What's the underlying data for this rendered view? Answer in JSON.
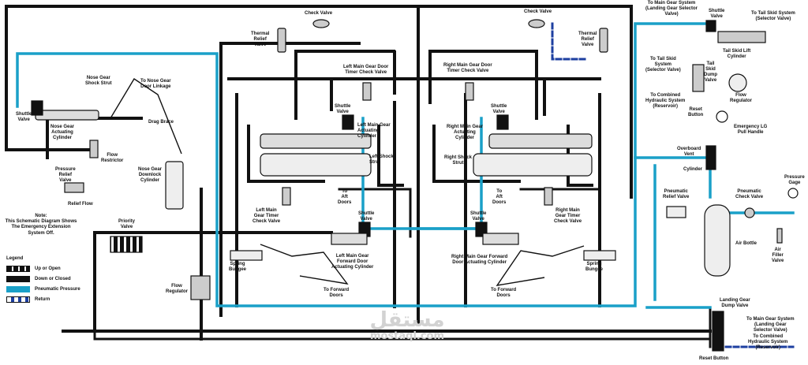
{
  "colors": {
    "line": "#111111",
    "pneumatic": "#1aa0c8",
    "return": "#1d3fa0"
  },
  "labels": {
    "shuttle_valve_ng": "Shuttle\nValve",
    "nose_gear_shock_strut": "Nose Gear\nShock Strut",
    "to_nose_gear_door_linkage": "To Nose Gear\nDoor Linkage",
    "nose_gear_actuating_cylinder": "Nose Gear\nActuating\nCylinder",
    "drag_brace": "Drag Brace",
    "flow_restrictor": "Flow\nRestrictor",
    "pressure_relief_valve": "Pressure\nRelief\nValve",
    "nose_gear_downlock_cylinder": "Nose Gear\nDownlock\nCylinder",
    "relief_flow": "Relief Flow",
    "priority_valve": "Priority\nValve",
    "flow_regulator_left": "Flow\nRegulator",
    "check_valve_left": "Check Valve",
    "thermal_relief_valve_left": "Thermal\nRelief\nValve",
    "left_mg_door_timer_check_valve": "Left Main Gear Door\nTimer Check Valve",
    "shuttle_valve_left_upper": "Shuttle\nValve",
    "left_mg_actuating_cylinder": "Left Main Gear\nActuating\nCylinder",
    "left_shock_strut": "Left Shock\nStrut",
    "to_aft_doors_left": "To\nAft\nDoors",
    "left_mg_timer_check_valve": "Left Main\nGear Timer\nCheck Valve",
    "shuttle_valve_left_lower": "Shuttle\nValve",
    "spring_bungee_left": "Spring\nBungee",
    "left_mg_forward_door_actuating_cylinder": "Left Main Gear\nForward Door\nActuating Cylinder",
    "to_forward_doors_left": "To Forward\nDoors",
    "check_valve_right": "Check Valve",
    "thermal_relief_valve_right": "Thermal\nRelief\nValve",
    "right_mg_door_timer_check_valve": "Right Main Gear Door\nTimer Check Valve",
    "shuttle_valve_right_upper": "Shuttle\nValve",
    "right_mg_actuating_cylinder": "Right Main Gear\nActuating\nCylinder",
    "right_shock_strut": "Right Shock\nStrut",
    "to_aft_doors_right": "To\nAft\nDoors",
    "right_mg_timer_check_valve": "Right Main\nGear Timer\nCheck Valve",
    "shuttle_valve_right_lower": "Shuttle\nValve",
    "right_mg_forward_door_actuating_cylinder": "Right Main Gear Forward\nDoor Actuating Cylinder",
    "spring_bungee_right": "Spring\nBungee",
    "to_forward_doors_right": "To Forward\nDoors",
    "to_main_gear_system_top": "To Main Gear System\n(Landing Gear Selector\nValve)",
    "shuttle_valve_tail": "Shuttle\nValve",
    "to_tail_skid_system_top": "To Tail Skid System\n(Selector Valve)",
    "tail_skid_lift_cylinder": "Tail Skid Lift\nCylinder",
    "to_tail_skid_system_mid": "To Tail Skid\nSystem\n(Selector Valve)",
    "tail_skid_dump_valve": "Tail\nSkid\nDump\nValve",
    "to_combined_hydraulic_top": "To Combined\nHydraulic System\n(Reservoir)",
    "reset_button_top": "Reset\nButton",
    "flow_regulator_right": "Flow\nRegulator",
    "emergency_lg_pull_handle": "Emergency LG\nPull Handle",
    "overboard_vent": "Overboard\nVent",
    "cylinder": "Cylinder",
    "pneumatic_relief_valve": "Pneumatic\nRelief Valve",
    "pneumatic_check_valve": "Pneumatic\nCheck Valve",
    "pressure_gage": "Pressure\nGage",
    "air_bottle": "Air Bottle",
    "air_filler_valve": "Air\nFiller\nValve",
    "landing_gear_dump_valve": "Landing Gear\nDump Valve",
    "to_main_gear_system_bottom": "To Main Gear System\n(Landing Gear\nSelector Valve)",
    "to_combined_hydraulic_bottom": "To Combined\nHydraulic System\n(Reservoir)",
    "reset_button_bottom": "Reset Button"
  },
  "note": {
    "title": "Note:",
    "text": "This Schematic Diagram Shows The Emergency Extension System Off."
  },
  "legend": {
    "title": "Legend",
    "items": [
      {
        "label": "Up or Open",
        "style": "up"
      },
      {
        "label": "Down or Closed",
        "style": "down"
      },
      {
        "label": "Pneumatic Pressure",
        "style": "pneumatic"
      },
      {
        "label": "Return",
        "style": "return"
      }
    ]
  },
  "watermark": {
    "brand": "مستقل",
    "site": "mostaql.com"
  }
}
